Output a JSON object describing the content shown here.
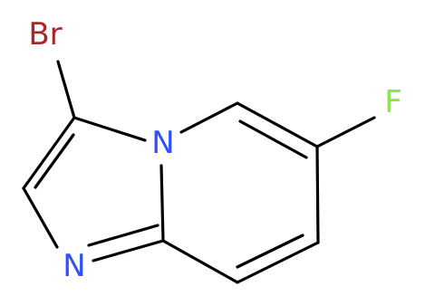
{
  "molecule": {
    "atoms": {
      "br": {
        "label": "Br",
        "color": "#A62929"
      },
      "n_bridge": {
        "label": "N",
        "color": "#3050F8"
      },
      "n_imidazole": {
        "label": "N",
        "color": "#3050F8"
      },
      "f": {
        "label": "F",
        "color": "#90E050"
      }
    },
    "bond_color": "#000000"
  }
}
